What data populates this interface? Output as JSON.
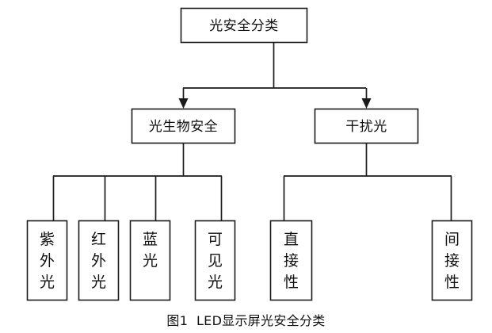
{
  "figure": {
    "caption": "图1  LED显示屏光安全分类",
    "background_color": "#ffffff",
    "line_color": "#1a1a1a",
    "text_color": "#111111"
  },
  "diagram": {
    "type": "tree-flowchart",
    "orientation": "top-down",
    "root": {
      "id": "root",
      "label": "光安全分类",
      "text_direction": "horizontal"
    },
    "level2": [
      {
        "id": "photobiological-safety",
        "label": "光生物安全",
        "text_direction": "horizontal"
      },
      {
        "id": "obtrusive-light",
        "label": "干扰光",
        "text_direction": "horizontal"
      }
    ],
    "level3": [
      {
        "id": "ultraviolet-light",
        "label": "紫外光",
        "parent": "photobiological-safety",
        "text_direction": "vertical"
      },
      {
        "id": "infrared-light",
        "label": "红外光",
        "parent": "photobiological-safety",
        "text_direction": "vertical"
      },
      {
        "id": "blue-light",
        "label": "蓝光",
        "parent": "photobiological-safety",
        "text_direction": "vertical"
      },
      {
        "id": "visible-light",
        "label": "可见光",
        "parent": "photobiological-safety",
        "text_direction": "vertical"
      },
      {
        "id": "direct-property",
        "label": "直接性",
        "parent": "obtrusive-light",
        "text_direction": "vertical"
      },
      {
        "id": "indirect-property",
        "label": "间接性",
        "parent": "obtrusive-light",
        "text_direction": "vertical"
      }
    ]
  },
  "labels": {
    "root": "光安全分类",
    "l2_left": "光生物安全",
    "l2_right": "干扰光",
    "leaf1_c1": "紫",
    "leaf1_c2": "外",
    "leaf1_c3": "光",
    "leaf2_c1": "红",
    "leaf2_c2": "外",
    "leaf2_c3": "光",
    "leaf3_c1": "蓝",
    "leaf3_c2": "光",
    "leaf4_c1": "可",
    "leaf4_c2": "见",
    "leaf4_c3": "光",
    "leaf5_c1": "直",
    "leaf5_c2": "接",
    "leaf5_c3": "性",
    "leaf6_c1": "间",
    "leaf6_c2": "接",
    "leaf6_c3": "性"
  }
}
